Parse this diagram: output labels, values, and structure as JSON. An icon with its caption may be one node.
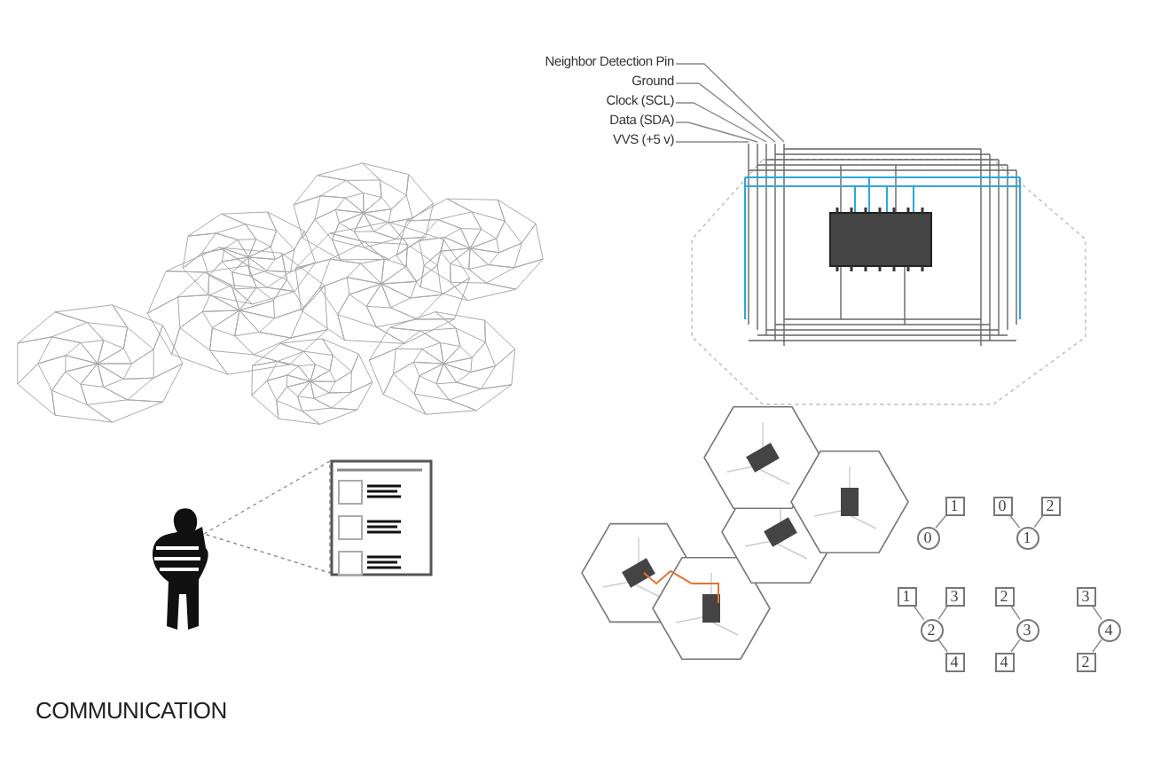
{
  "diagram": {
    "title": "COMMUNICATION",
    "nodes": [
      {
        "text": [
          "Neighbor Detection Pin"
        ]
      },
      {
        "text": [
          "Ground"
        ]
      },
      {
        "text": [
          "Clock (SCL)"
        ]
      },
      {
        "text": [
          "Data (SDA)"
        ]
      },
      {
        "text": [
          "VVS (+5 v)"
        ]
      },
      {
        "text": [],
        "shape": "picture"
      },
      {
        "text": [],
        "shape": "person"
      },
      {
        "text": [],
        "shape": "picture"
      },
      {
        "text": [
          "1"
        ]
      },
      {
        "text": [
          "0"
        ]
      },
      {
        "text": [
          "0"
        ]
      },
      {
        "text": [
          "2"
        ]
      },
      {
        "text": [
          "1"
        ]
      },
      {
        "text": [
          "1"
        ]
      },
      {
        "text": [
          "3"
        ]
      },
      {
        "text": [
          "2"
        ]
      },
      {
        "text": [
          "4"
        ]
      },
      {
        "text": [
          "2"
        ]
      },
      {
        "text": [
          "3"
        ]
      },
      {
        "text": [
          "4"
        ]
      },
      {
        "text": [
          "3"
        ]
      },
      {
        "text": [
          "4"
        ]
      },
      {
        "text": [
          "2"
        ]
      }
    ],
    "edges": [
      {
        "from": 0,
        "to": 5,
        "arrow": "none"
      },
      {
        "from": 1,
        "to": 5,
        "arrow": "none"
      },
      {
        "from": 2,
        "to": 5,
        "arrow": "none"
      },
      {
        "from": 3,
        "to": 5,
        "arrow": "none"
      },
      {
        "from": 4,
        "to": 5,
        "arrow": "none"
      },
      {
        "from": 6,
        "to": 7,
        "arrow": "none",
        "style": "dashed"
      },
      {
        "from": 9,
        "to": 8,
        "arrow": "none"
      },
      {
        "from": 12,
        "to": 10,
        "arrow": "none"
      },
      {
        "from": 12,
        "to": 11,
        "arrow": "none"
      },
      {
        "from": 15,
        "to": 13,
        "arrow": "none"
      },
      {
        "from": 15,
        "to": 14,
        "arrow": "none"
      },
      {
        "from": 15,
        "to": 16,
        "arrow": "none"
      },
      {
        "from": 18,
        "to": 17,
        "arrow": "none"
      },
      {
        "from": 18,
        "to": 19,
        "arrow": "none"
      },
      {
        "from": 21,
        "to": 20,
        "arrow": "none"
      },
      {
        "from": 21,
        "to": 22,
        "arrow": "none"
      }
    ]
  }
}
